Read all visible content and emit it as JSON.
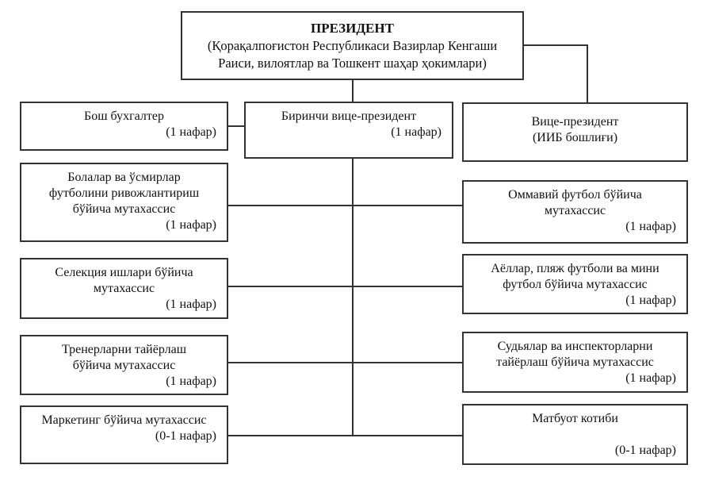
{
  "colors": {
    "background": "#ffffff",
    "line": "#333333",
    "text": "#111111"
  },
  "org_chart": {
    "president": {
      "title": "ПРЕЗИДЕНТ",
      "subtitle": "(Қорақалпоғистон Республикаси Вазирлар Кенгаши\nРаиси, вилоятлар ва Тошкент шаҳар ҳокимлари)"
    },
    "boxes": [
      {
        "id": "bosh-buxgalter",
        "title": "Бош бухгалтер",
        "count": "(1 нафар)"
      },
      {
        "id": "birinchi-vitse-prezident",
        "title": "Биринчи вице-президент",
        "count": "(1 нафар)"
      },
      {
        "id": "vitse-prezident",
        "title": "Вице-президент\n(ИИБ бошлиғи)",
        "count": ""
      },
      {
        "id": "bolalar-usmirlar",
        "title": "Болалар ва ўсмирлар\nфутболини ривожлантириш\nбўйича мутахассис",
        "count": "(1 нафар)"
      },
      {
        "id": "ommaviy-futbol",
        "title": "Оммавий футбол бўйича\nмутахассис",
        "count": "(1 нафар)"
      },
      {
        "id": "seleksiya",
        "title": "Селекция ишлари бўйича\nмутахассис",
        "count": "(1 нафар)"
      },
      {
        "id": "ayollar-plyaj-mini",
        "title": "Аёллар, пляж футболи ва мини\nфутбол бўйича мутахассис",
        "count": "(1 нафар)"
      },
      {
        "id": "trenerlar",
        "title": "Тренерларни тайёрлаш\nбўйича мутахассис",
        "count": "(1 нафар)"
      },
      {
        "id": "sudyalar-inspektorlar",
        "title": "Судьялар ва инспекторларни\nтайёрлаш бўйича мутахассис",
        "count": "(1 нафар)"
      },
      {
        "id": "marketing",
        "title": "Маркетинг бўйича мутахассис",
        "count": "(0-1 нафар)"
      },
      {
        "id": "matbuot-kotibi",
        "title": "Матбуот котиби",
        "count": "(0-1 нафар)"
      }
    ]
  }
}
